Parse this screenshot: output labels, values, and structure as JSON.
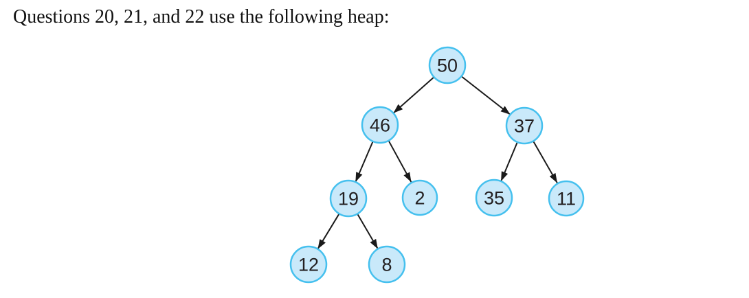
{
  "title": "Questions 20, 21, and 22 use the following heap:",
  "heap": {
    "nodes": [
      {
        "label": "50"
      },
      {
        "label": "46"
      },
      {
        "label": "37"
      },
      {
        "label": "19"
      },
      {
        "label": "2"
      },
      {
        "label": "35"
      },
      {
        "label": "11"
      },
      {
        "label": "12"
      },
      {
        "label": "8"
      }
    ],
    "edges": [
      {
        "from": "50",
        "to": "46"
      },
      {
        "from": "50",
        "to": "37"
      },
      {
        "from": "46",
        "to": "19"
      },
      {
        "from": "46",
        "to": "2"
      },
      {
        "from": "37",
        "to": "35"
      },
      {
        "from": "37",
        "to": "11"
      },
      {
        "from": "19",
        "to": "12"
      },
      {
        "from": "19",
        "to": "8"
      }
    ]
  },
  "colors": {
    "node_fill": "#c9e9fa",
    "node_border": "#45c0ee",
    "edge": "#1a1a1a",
    "node_text": "#231f20",
    "title_text": "#111111"
  }
}
